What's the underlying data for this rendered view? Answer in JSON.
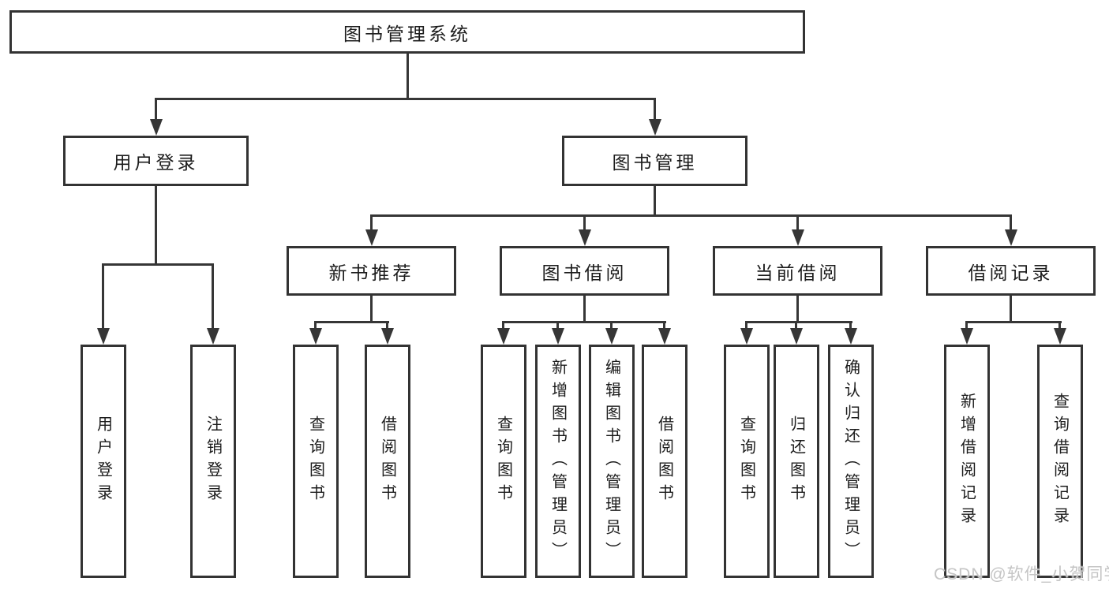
{
  "diagram": {
    "type": "tree-diagram",
    "colors": {
      "background": "#ffffff",
      "box_border": "#333333",
      "connector_line": "#363636",
      "text": "#1c1c1c",
      "watermark": "#c5c5c5"
    },
    "root": {
      "label": "图书管理系统"
    },
    "level2": [
      {
        "label": "用户登录"
      },
      {
        "label": "图书管理"
      }
    ],
    "level3": [
      {
        "label": "新书推荐",
        "parent": "图书管理"
      },
      {
        "label": "图书借阅",
        "parent": "图书管理"
      },
      {
        "label": "当前借阅",
        "parent": "图书管理"
      },
      {
        "label": "借阅记录",
        "parent": "图书管理"
      }
    ],
    "leaves": [
      {
        "label": "用户登录",
        "parent": "用户登录"
      },
      {
        "label": "注销登录",
        "parent": "用户登录"
      },
      {
        "label": "查询图书",
        "parent": "新书推荐"
      },
      {
        "label": "借阅图书",
        "parent": "新书推荐"
      },
      {
        "label": "查询图书",
        "parent": "图书借阅"
      },
      {
        "label": "新增图书（管理员）",
        "parent": "图书借阅"
      },
      {
        "label": "编辑图书（管理员）",
        "parent": "图书借阅"
      },
      {
        "label": "借阅图书",
        "parent": "图书借阅"
      },
      {
        "label": "查询图书",
        "parent": "当前借阅"
      },
      {
        "label": "归还图书",
        "parent": "当前借阅"
      },
      {
        "label": "确认归还（管理员）",
        "parent": "当前借阅"
      },
      {
        "label": "新增借阅记录",
        "parent": "借阅记录"
      },
      {
        "label": "查询借阅记录",
        "parent": "借阅记录"
      }
    ]
  },
  "watermark": {
    "text": "CSDN @软件_小贺同学"
  }
}
